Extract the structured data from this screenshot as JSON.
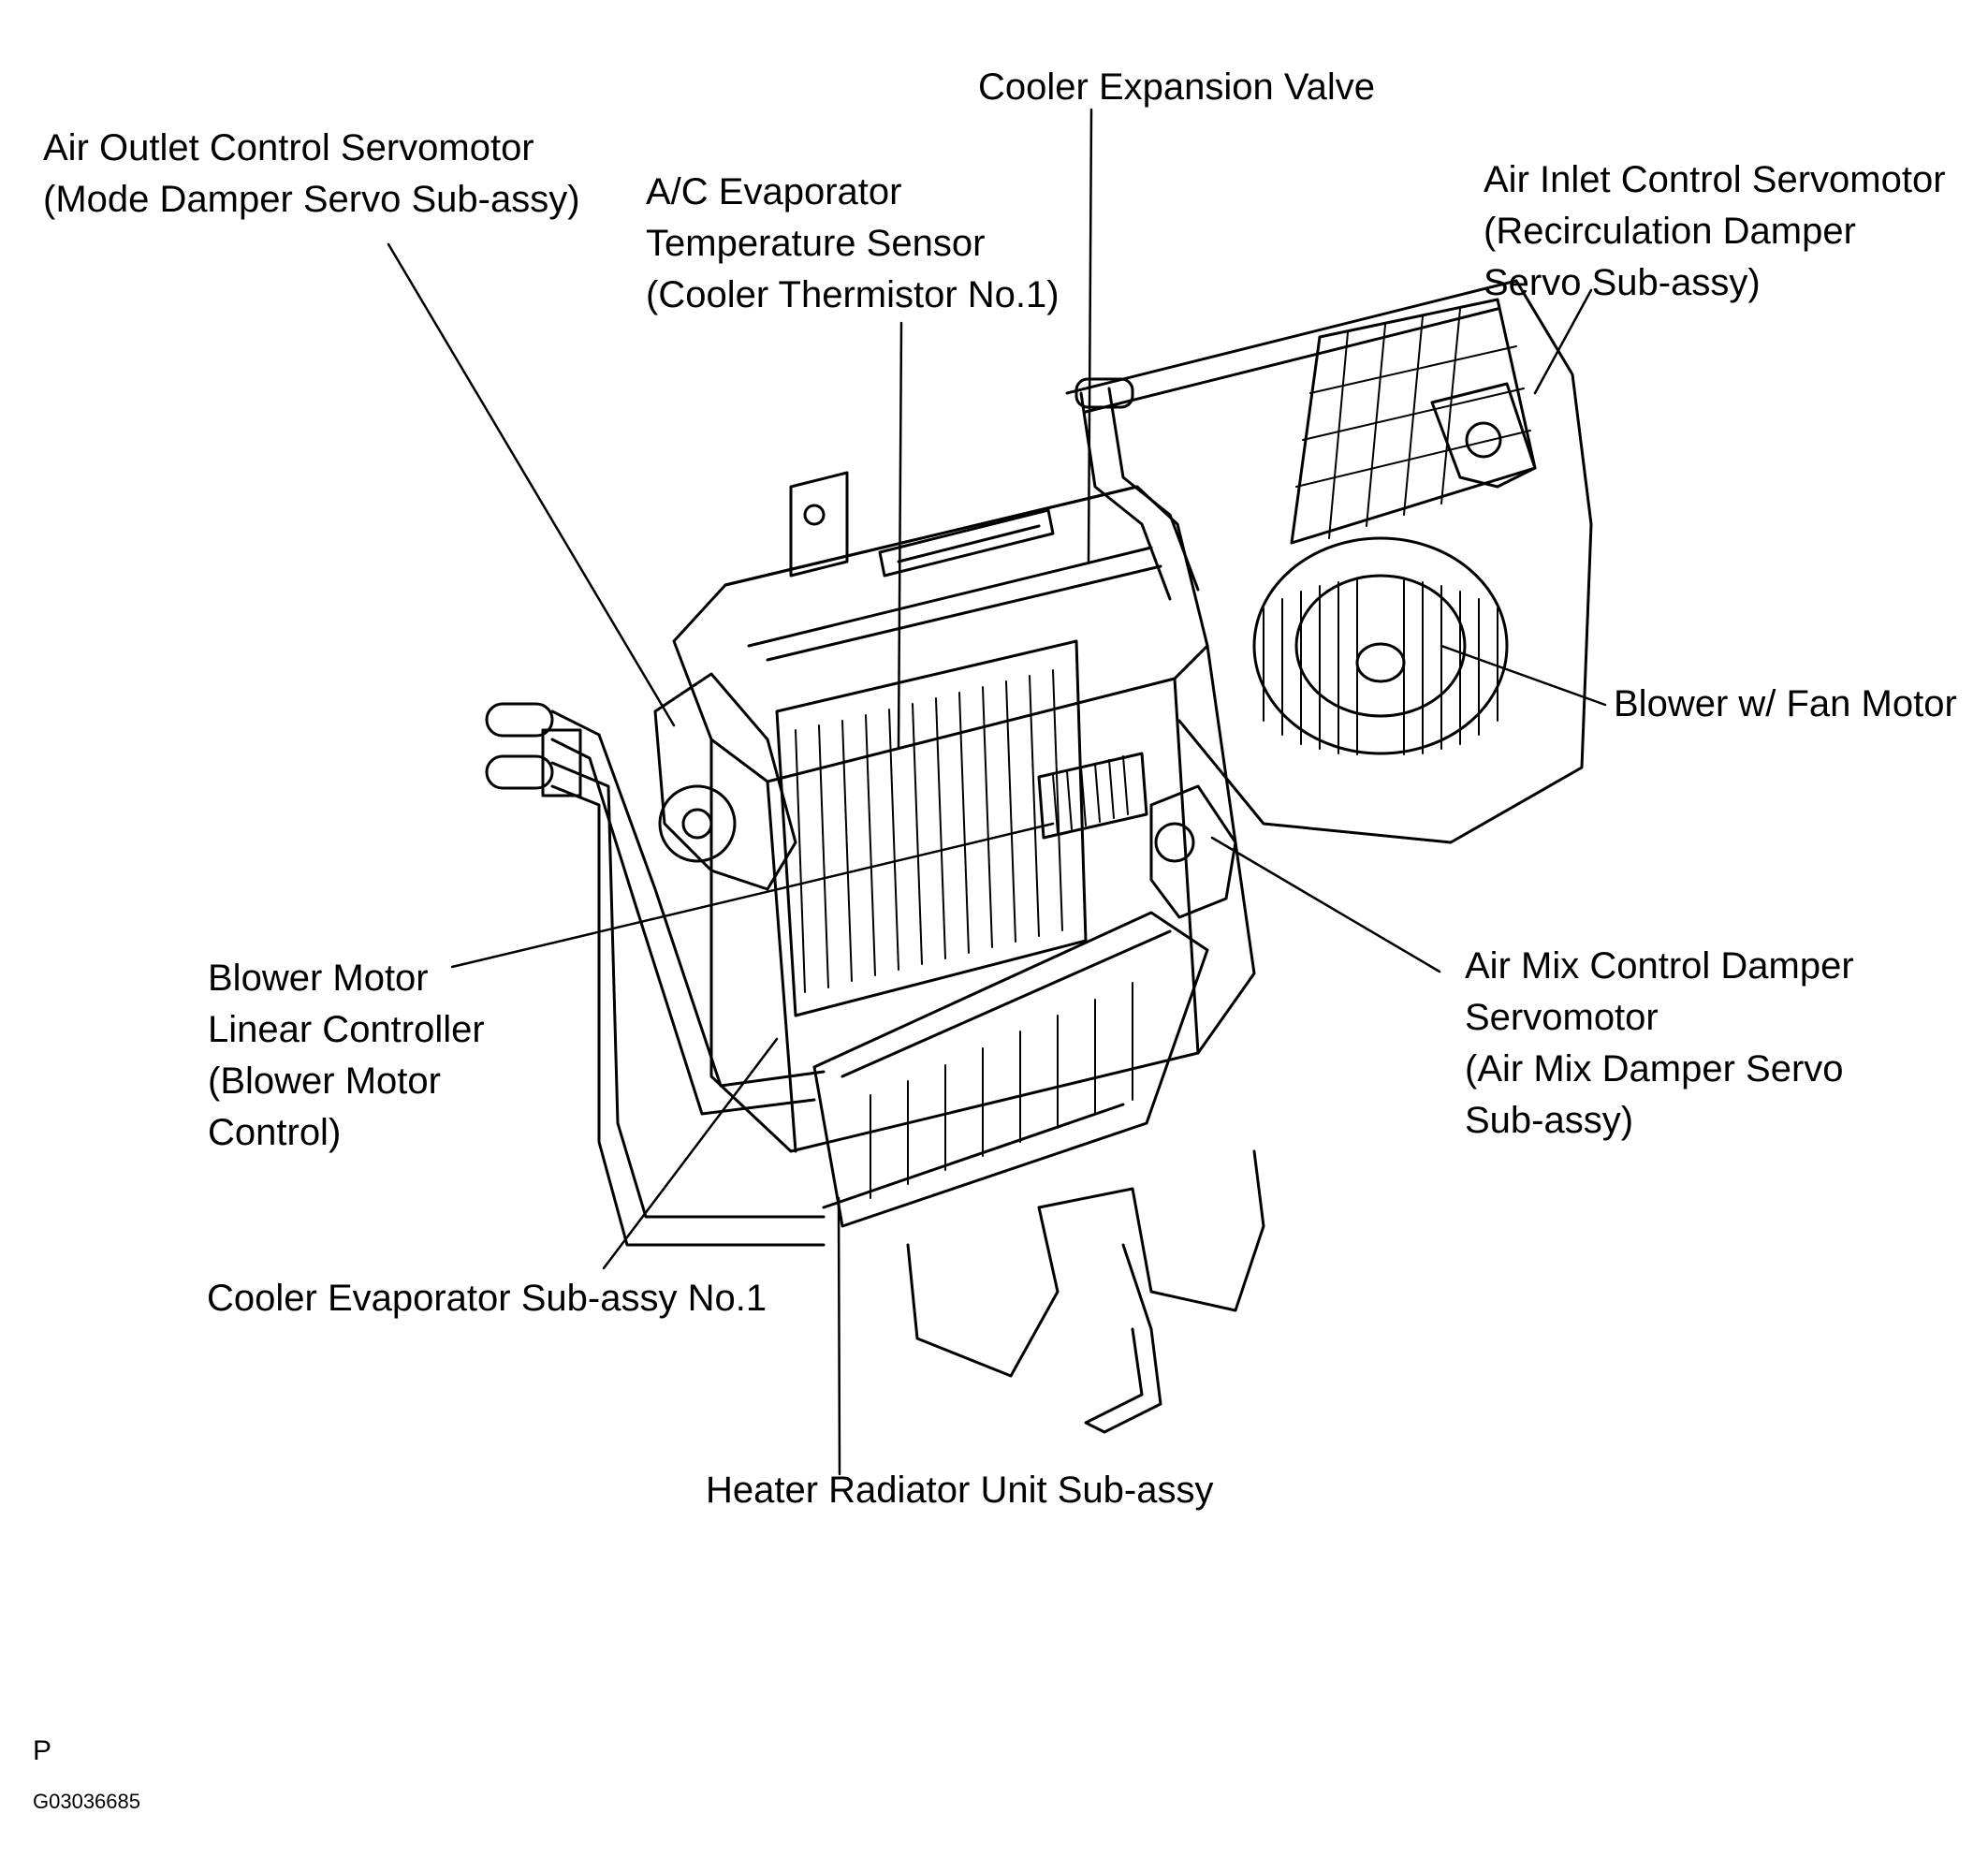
{
  "labels": {
    "cooler_expansion_valve": [
      "Cooler Expansion Valve"
    ],
    "air_outlet_servomotor": [
      "Air Outlet Control Servomotor",
      "(Mode Damper Servo Sub-assy)"
    ],
    "ac_evaporator_sensor": [
      "A/C Evaporator",
      "Temperature Sensor",
      "(Cooler Thermistor No.1)"
    ],
    "air_inlet_servomotor": [
      "Air Inlet Control Servomotor",
      "(Recirculation Damper",
      "Servo  Sub-assy)"
    ],
    "blower_fan_motor": [
      "Blower w/ Fan Motor"
    ],
    "blower_motor_controller": [
      "Blower Motor",
      "Linear Controller",
      "(Blower Motor",
      "Control)"
    ],
    "air_mix_servomotor": [
      "Air Mix Control Damper",
      "Servomotor",
      "(Air Mix Damper Servo",
      "Sub-assy)"
    ],
    "cooler_evaporator": [
      "Cooler Evaporator Sub-assy No.1"
    ],
    "heater_radiator": [
      "Heater Radiator Unit Sub-assy"
    ]
  },
  "footer": {
    "code_letter": "P",
    "drawing_id": "G03036685"
  },
  "colors": {
    "line": "#000000",
    "background": "#ffffff"
  }
}
